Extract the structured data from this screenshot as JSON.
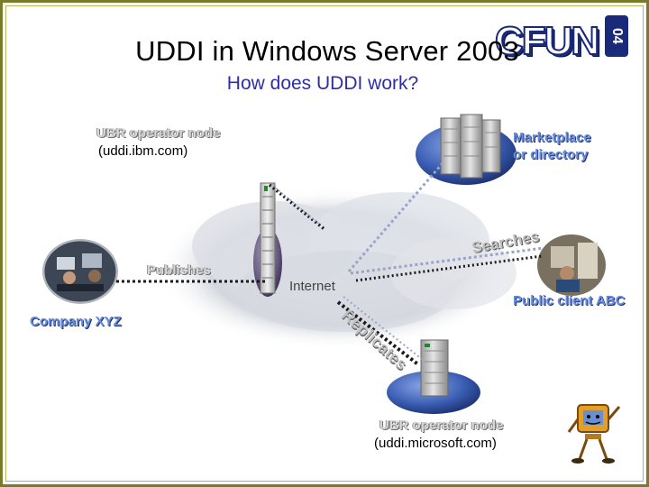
{
  "title": "UDDI in Windows Server 2003",
  "subtitle": "How does UDDI work?",
  "logo": {
    "main": "CFUN",
    "side": "04"
  },
  "nodes": {
    "ibm_node_label": "UBR operator node",
    "ibm_node_domain": "(uddi.ibm.com)",
    "marketplace_line1": "Marketplace",
    "marketplace_line2": "or directory",
    "microsoft_node_label": "UBR operator node",
    "microsoft_node_domain": "(uddi.microsoft.com)",
    "company_label": "Company XYZ",
    "client_label": "Public client ABC",
    "internet_label": "Internet"
  },
  "connections": {
    "publishes": "Publishes",
    "searches": "Searches",
    "replicates": "Replicates"
  },
  "colors": {
    "border": "#7a7a28",
    "subtitle": "#2e2ea8",
    "accent_blue": "#6a8fd8",
    "globe_blue": "#3b5fb4",
    "cloud": "#c9ccd4"
  }
}
